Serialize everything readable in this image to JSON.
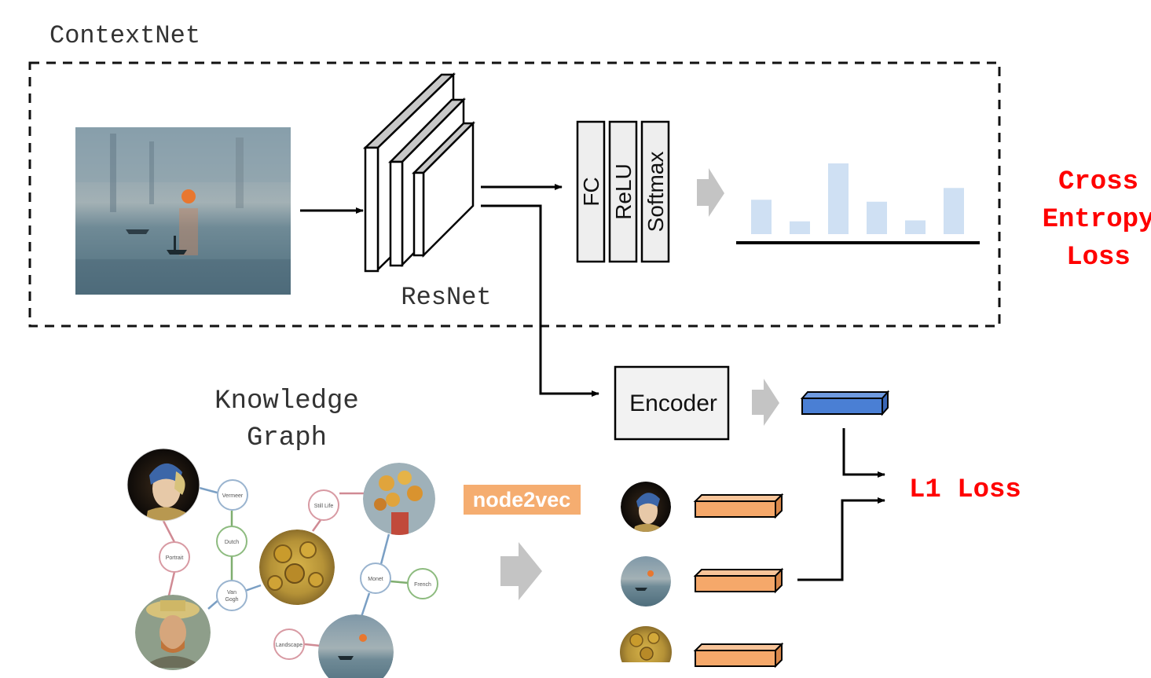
{
  "titles": {
    "contextnet": "ContextNet",
    "resnet": "ResNet",
    "knowledge_graph_line1": "Knowledge",
    "knowledge_graph_line2": "Graph"
  },
  "layers": {
    "fc": "FC",
    "relu": "ReLU",
    "softmax": "Softmax"
  },
  "encoder_label": "Encoder",
  "node2vec_label": "node2vec",
  "losses": {
    "cross_entropy_line1": "Cross",
    "cross_entropy_line2": "Entropy",
    "cross_entropy_line3": "Loss",
    "l1": "L1 Loss"
  },
  "graph_nodes": {
    "vermeer": "Vermeer",
    "dutch": "Dutch",
    "portrait": "Portrait",
    "van_gogh_1": "Van",
    "van_gogh_2": "Gogh",
    "still_life": "Still Life",
    "monet": "Monet",
    "french": "French",
    "landscape": "Landscape"
  },
  "probability_bars": [
    0.35,
    0.13,
    0.72,
    0.33,
    0.14,
    0.47
  ],
  "colors": {
    "loss_text": "#ff0000",
    "encoder_output": "#4a7fd4",
    "node_embedding": "#f5a86a",
    "node2vec_bg": "#f5ad70",
    "prob_bar": "#cfe0f3",
    "gray_arrow": "#bdbdbd"
  }
}
